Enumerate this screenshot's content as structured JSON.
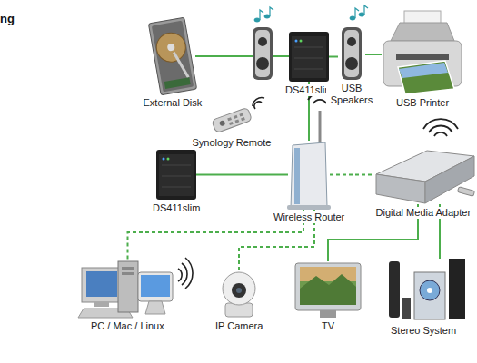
{
  "diagram": {
    "nodes": [
      {
        "text": [
          "External Disk"
        ]
      },
      {
        "text": [
          "DS411slim"
        ]
      },
      {
        "text": [
          "USB Speakers"
        ]
      },
      {
        "text": [
          "USB Printer"
        ]
      },
      {
        "text": [
          "Synology Remote"
        ]
      },
      {
        "text": [
          "DS411slim"
        ]
      },
      {
        "text": [
          "Wireless Router"
        ]
      },
      {
        "text": [
          "Digital Media Adapter"
        ]
      },
      {
        "text": [
          "PC / Mac / Linux"
        ]
      },
      {
        "text": [
          "IP Camera"
        ]
      },
      {
        "text": [
          "TV"
        ]
      },
      {
        "text": [
          "Stereo System"
        ]
      }
    ],
    "edges": [
      {
        "from": 0,
        "to": 1,
        "arrow": "none"
      },
      {
        "from": 1,
        "to": 2,
        "arrow": "none"
      },
      {
        "from": 2,
        "to": 3,
        "arrow": "none"
      },
      {
        "from": 1,
        "to": 6,
        "arrow": "none"
      },
      {
        "from": 5,
        "to": 6,
        "arrow": "none"
      },
      {
        "from": 6,
        "to": 7,
        "arrow": "none"
      },
      {
        "from": 6,
        "to": 8,
        "arrow": "none"
      },
      {
        "from": 6,
        "to": 9,
        "arrow": "none"
      },
      {
        "from": 7,
        "to": 10,
        "arrow": "none"
      },
      {
        "from": 7,
        "to": 11,
        "arrow": "none"
      }
    ],
    "labels": [
      "ng"
    ]
  }
}
